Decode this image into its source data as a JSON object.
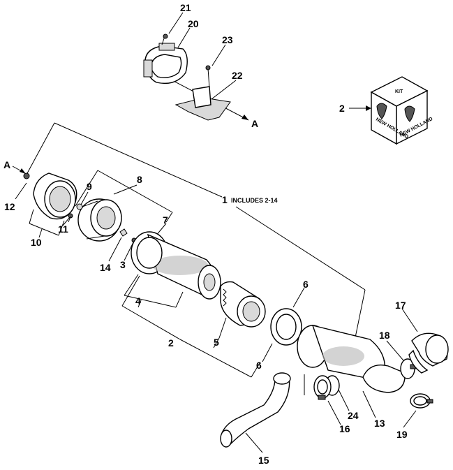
{
  "callouts": {
    "c1": "1",
    "c1_note": "INCLUDES 2-14",
    "c2a": "2",
    "c2b": "2",
    "c3": "3",
    "c4": "4",
    "c5": "5",
    "c6a": "6",
    "c6b": "6",
    "c7": "7",
    "c8": "8",
    "c9": "9",
    "c10": "10",
    "c11": "11",
    "c12": "12",
    "c13": "13",
    "c14": "14",
    "c15": "15",
    "c16": "16",
    "c17": "17",
    "c18": "18",
    "c19": "19",
    "c20": "20",
    "c21": "21",
    "c22": "22",
    "c23": "23",
    "c24": "24",
    "ref_a1": "A",
    "ref_a2": "A"
  },
  "kit": {
    "top_label": "KIT",
    "brand_left": "NEW HOLLAND",
    "brand_right": "NEW HOLLAND"
  }
}
